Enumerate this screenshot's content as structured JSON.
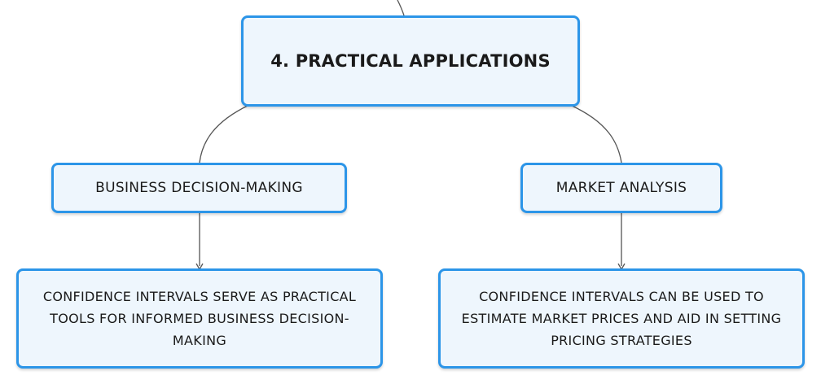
{
  "root": {
    "label": "4. PRACTICAL APPLICATIONS"
  },
  "branches": [
    {
      "label": "BUSINESS DECISION-MAKING",
      "detail": "CONFIDENCE INTERVALS SERVE AS PRACTICAL TOOLS FOR INFORMED BUSINESS DECISION-MAKING"
    },
    {
      "label": "MARKET ANALYSIS",
      "detail": "CONFIDENCE INTERVALS CAN BE USED TO ESTIMATE MARKET PRICES AND AID IN SETTING PRICING STRATEGIES"
    }
  ],
  "colors": {
    "node_border": "#2c95e8",
    "node_fill": "#eef6fd",
    "connector": "#555555"
  }
}
